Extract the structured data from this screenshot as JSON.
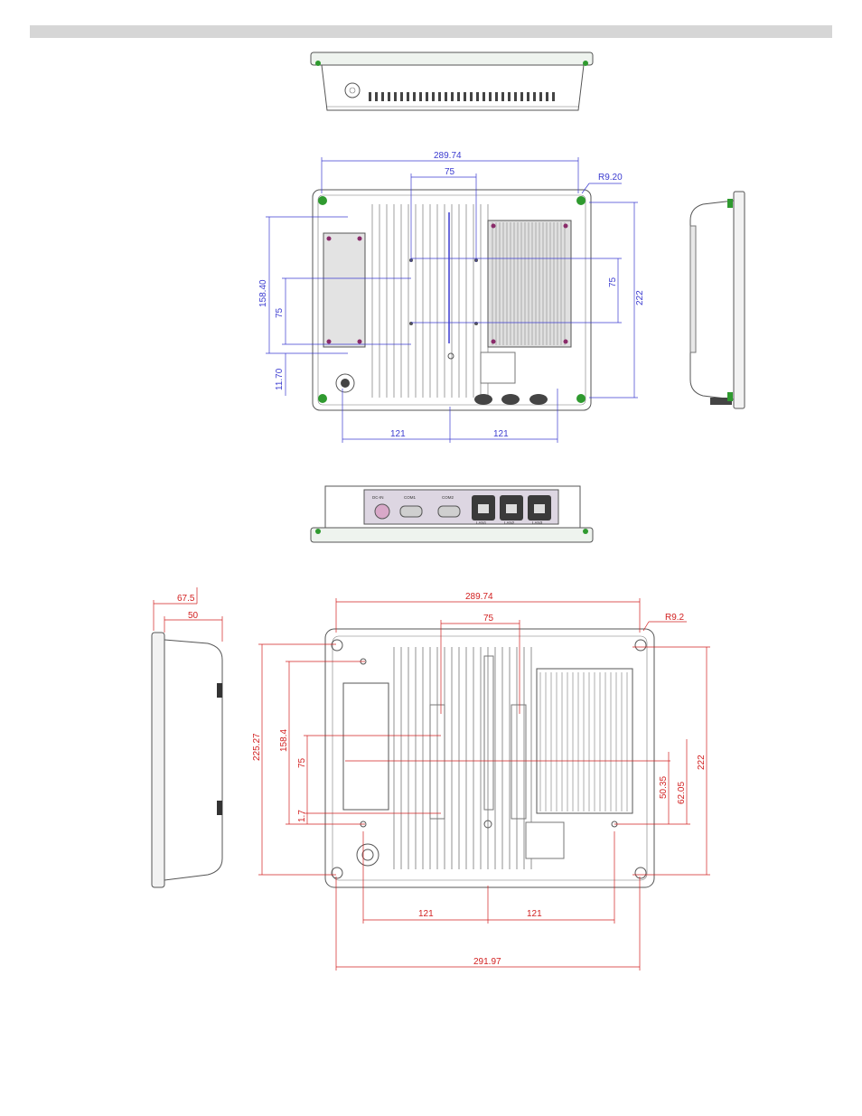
{
  "dimensions_blue": {
    "width_289": "289.74",
    "vesa_75_h": "75",
    "radius": "R9.20",
    "height_158": "158.40",
    "vesa_75_v_left": "75",
    "offset_1170": "11.70",
    "vesa_75_v_right": "75",
    "height_222": "222",
    "bottom_121_left": "121",
    "bottom_121_right": "121"
  },
  "dimensions_red": {
    "depth_675": "67.5",
    "depth_50": "50",
    "width_289": "289.74",
    "vesa_75_h": "75",
    "radius": "R9.2",
    "height_22527": "225.27",
    "height_1584": "158.4",
    "vesa_75_v": "75",
    "offset_17": "1.7",
    "height_222": "222",
    "d_5035": "50.35",
    "d_6205": "62.05",
    "bottom_121_left": "121",
    "bottom_121_right": "121",
    "width_29197": "291.97"
  },
  "port_labels": [
    "DC-IN",
    "COM1",
    "COM2",
    "LAN1",
    "LAN2",
    "LAN3"
  ],
  "colors": {
    "blue_dim": "#3b3bd0",
    "red_dim": "#d22020",
    "green_foot": "#2f9a2f",
    "magenta_screw": "#8a2b6a",
    "header_bar": "#d6d6d6"
  }
}
